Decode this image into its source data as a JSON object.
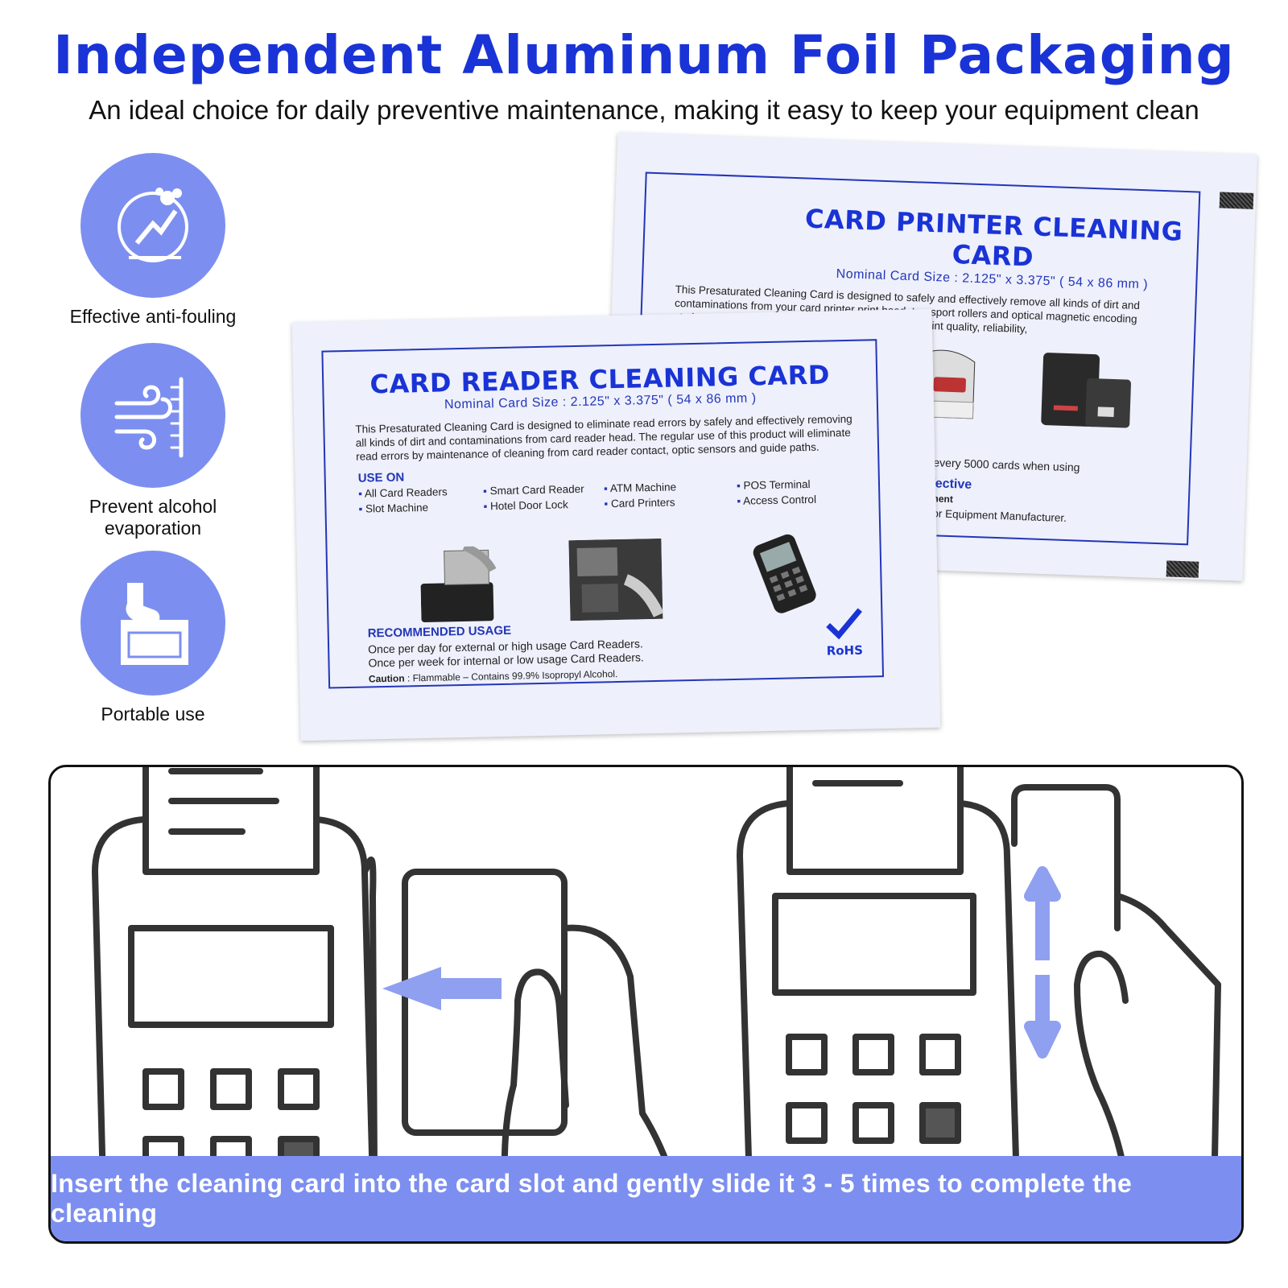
{
  "header": {
    "title": "Independent Aluminum Foil Packaging",
    "subtitle": "An ideal choice for daily preventive maintenance, making it easy to keep your equipment clean"
  },
  "features": [
    {
      "icon": "anti-fouling-icon",
      "label": "Effective anti-fouling"
    },
    {
      "icon": "wind-evaporation-icon",
      "label": "Prevent alcohol evaporation"
    },
    {
      "icon": "hand-card-icon",
      "label": "Portable use"
    }
  ],
  "printer_packet": {
    "title": "CARD PRINTER CLEANING CARD",
    "size": "Nominal Card Size : 2.125\" x 3.375\" ( 54 x 86 mm )",
    "desc": "This Presaturated Cleaning Card is designed to safely and effectively remove all kinds of dirt and contaminations from your card printer print head, transport rollers and optical magnetic encoding station. The regular use of this product will improve print quality, reliability,",
    "fragment_usage": "n or every 5000 cards when using",
    "fragment_effective": "Effective",
    "fragment_equipment": "quipment",
    "fragment_manufacturer": "/ Major Equipment Manufacturer."
  },
  "reader_packet": {
    "title": "CARD READER CLEANING CARD",
    "size": "Nominal Card Size : 2.125\" x 3.375\" ( 54 x 86 mm )",
    "desc": "This Presaturated Cleaning Card is designed to eliminate read errors by safely and effectively removing all kinds of dirt and contaminations from card reader head. The regular use of this product will eliminate read errors by maintenance of cleaning from card reader contact, optic sensors and guide paths.",
    "use_on_heading": "USE ON",
    "use_on": [
      "All Card Readers",
      "Smart Card Reader",
      "ATM Machine",
      "POS Terminal",
      "Slot Machine",
      "Hotel Door Lock",
      "Card Printers",
      "Access Control"
    ],
    "usage_heading": "RECOMMENDED USAGE",
    "usage_lines": [
      "Once per day for external or high usage Card Readers.",
      "Once per week for internal or low usage Card Readers."
    ],
    "caution_label": "Caution",
    "caution_text": " : Flammable – Contains 99.9% Isopropyl Alcohol.",
    "badge": "RoHS"
  },
  "banner": {
    "text": "Insert the cleaning card into the card slot and gently slide it 3 - 5 times to complete the cleaning"
  },
  "colors": {
    "brand_blue": "#1a33d6",
    "accent_periwinkle": "#7c8ff0"
  }
}
